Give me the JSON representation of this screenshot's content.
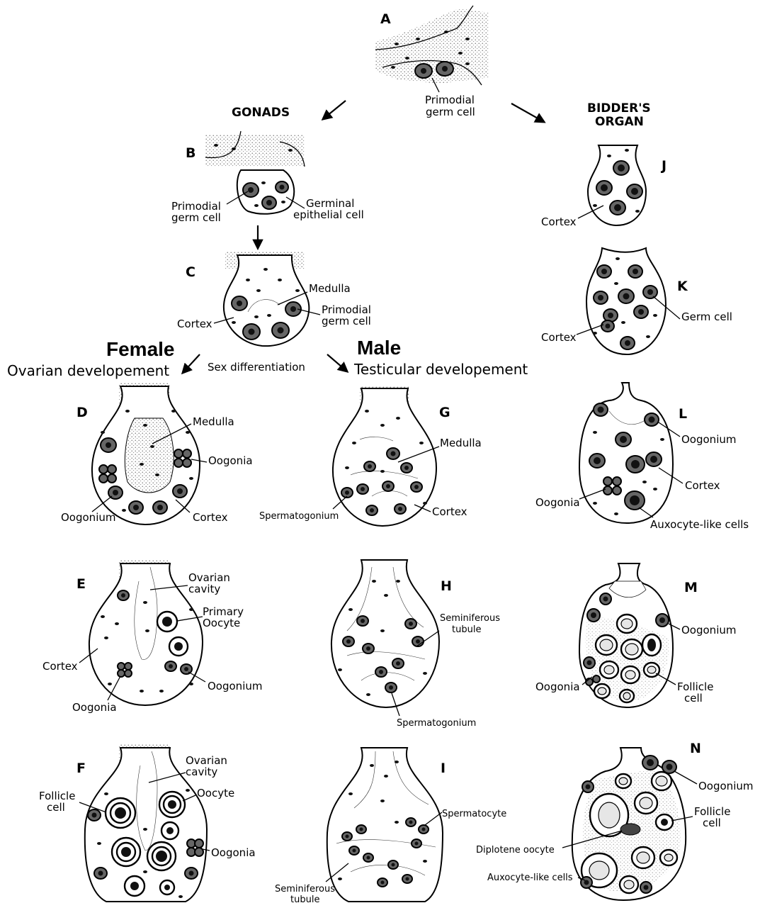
{
  "panels": {
    "A": "A",
    "B": "B",
    "C": "C",
    "D": "D",
    "E": "E",
    "F": "F",
    "G": "G",
    "H": "H",
    "I": "I",
    "J": "J",
    "K": "K",
    "L": "L",
    "M": "M",
    "N": "N"
  },
  "headings": {
    "gonads": "GONADS",
    "bidders_line1": "BIDDER'S",
    "bidders_line2": "ORGAN",
    "female": "Female",
    "ovarian": "Ovarian developement",
    "male": "Male",
    "testicular": "Testicular developement",
    "sex_diff": "Sex differentiation"
  },
  "labels": {
    "a_pgc_1": "Primodial",
    "a_pgc_2": "germ cell",
    "b_pgc_1": "Primodial",
    "b_pgc_2": "germ cell",
    "b_gec_1": "Germinal",
    "b_gec_2": "epithelial cell",
    "c_medulla": "Medulla",
    "c_cortex": "Cortex",
    "c_pgc_1": "Primodial",
    "c_pgc_2": "germ cell",
    "d_medulla": "Medulla",
    "d_oogonia": "Oogonia",
    "d_oogonium": "Oogonium",
    "d_cortex": "Cortex",
    "e_cavity_1": "Ovarian",
    "e_cavity_2": "cavity",
    "e_primary_1": "Primary",
    "e_primary_2": "Oocyte",
    "e_cortex": "Cortex",
    "e_oogonium": "Oogonium",
    "e_oogonia": "Oogonia",
    "f_cavity_1": "Ovarian",
    "f_cavity_2": "cavity",
    "f_follicle_1": "Follicle",
    "f_follicle_2": "cell",
    "f_oocyte": "Oocyte",
    "f_oogonia": "Oogonia",
    "g_medulla": "Medulla",
    "g_spermatogonium": "Spermatogonium",
    "g_cortex": "Cortex",
    "h_sem_1": "Seminiferous",
    "h_sem_2": "tubule",
    "h_spermatogonium": "Spermatogonium",
    "i_spermatocyte": "Spermatocyte",
    "i_sem_1": "Seminiferous",
    "i_sem_2": "tubule",
    "j_cortex": "Cortex",
    "k_germ": "Germ cell",
    "k_cortex": "Cortex",
    "l_oogonium": "Oogonium",
    "l_cortex": "Cortex",
    "l_oogonia": "Oogonia",
    "l_auxocyte": "Auxocyte-like cells",
    "m_oogonium": "Oogonium",
    "m_oogonia": "Oogonia",
    "m_follicle_1": "Follicle",
    "m_follicle_2": "cell",
    "n_oogonium": "Oogonium",
    "n_follicle_1": "Follicle",
    "n_follicle_2": "cell",
    "n_diplotene": "Diplotene oocyte",
    "n_auxocyte": "Auxocyte-like cells"
  }
}
